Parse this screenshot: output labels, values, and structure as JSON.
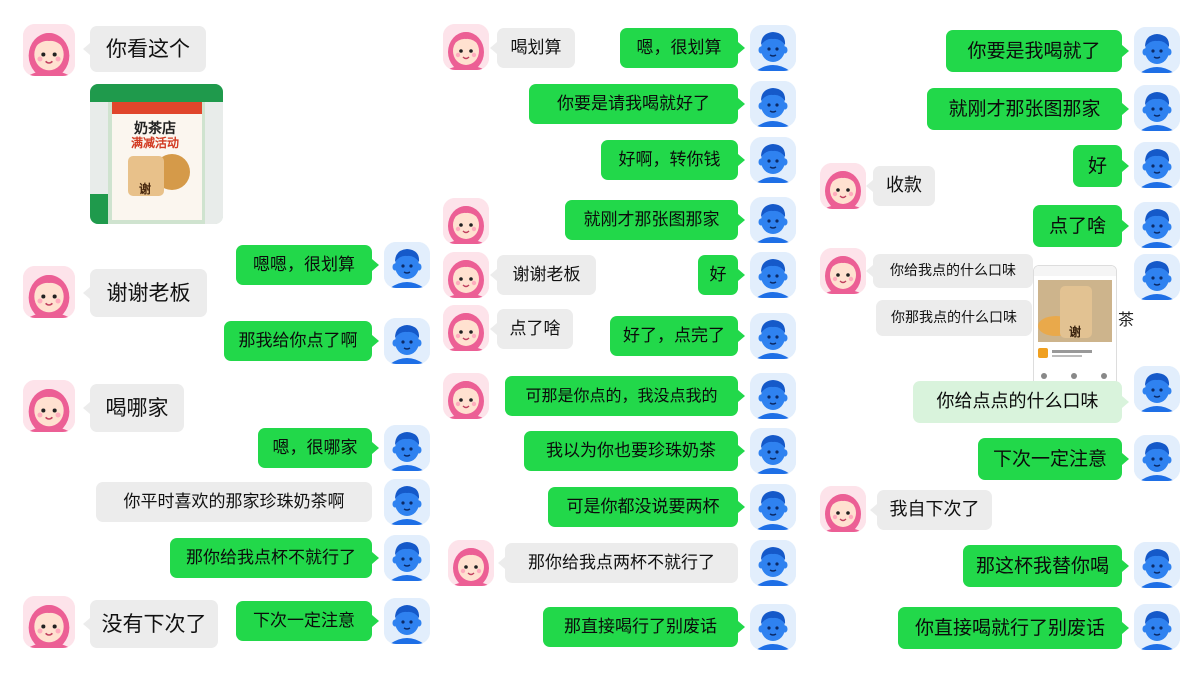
{
  "colors": {
    "green": "#22d84a",
    "gray": "#ececec",
    "pale_green": "#d9f3dc",
    "girl_bg": "#fde3ea",
    "boy_bg": "#e2eefc"
  },
  "avatars": {
    "girl": "girl-avatar-icon",
    "boy": "boy-avatar-icon"
  },
  "col1": {
    "m1": "你看这个",
    "m2": "嗯嗯，很划算",
    "m3": "谢谢老板",
    "m4": "那我给你点了啊",
    "m5": "喝哪家",
    "m6": "嗯，很哪家",
    "m7": "你平时喜欢的那家珍珠奶茶啊",
    "m8": "那你给我点杯不就行了",
    "m9": "没有下次了",
    "m10": "下次一定注意"
  },
  "poster": {
    "headline": "奶茶店",
    "sub": "满减活动",
    "cup": "谢"
  },
  "col2": {
    "m1": "喝划算",
    "m2": "嗯，很划算",
    "m3": "你要是请我喝就好了",
    "m4": "好啊，转你钱",
    "m5": "就刚才那张图那家",
    "m6": "谢谢老板",
    "m7": "好",
    "m8": "点了啥",
    "m9": "好了，点完了",
    "m10": "可那是你点的，我没点我的",
    "m11": "我以为你也要珍珠奶茶",
    "m12": "可是你都没说要两杯",
    "m13": "那你给我点两杯不就行了",
    "m14": "那直接喝行了别废话"
  },
  "col3": {
    "m1": "你要是我喝就了",
    "m2": "就刚才那张图那家",
    "m3": "好",
    "m4": "收款",
    "m5": "点了啥",
    "m6": "你给我点的什么口味",
    "m7": "你那我点的什么口味",
    "m8": "你给点点的什么口味",
    "m9": "下次一定注意",
    "m10": "我自下次了",
    "m11": "那这杯我替你喝",
    "m12": "你直接喝就行了别废话"
  },
  "phone": {
    "cup_text": "谢",
    "side_text": "茶"
  }
}
